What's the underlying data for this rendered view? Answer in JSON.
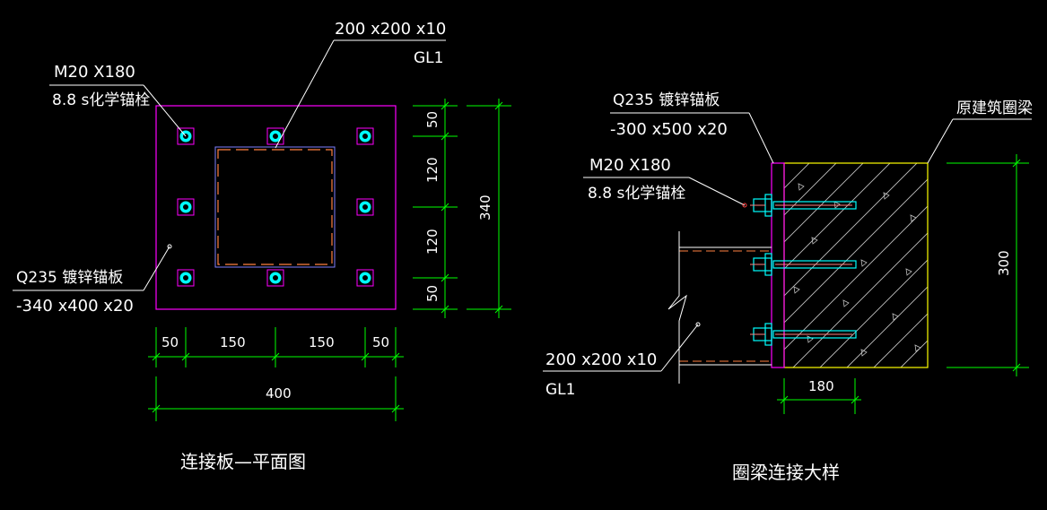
{
  "left_view": {
    "title": "连接板—平面图",
    "bolt_label_1": "M20 X180",
    "bolt_label_2": "8.8 s化学锚栓",
    "column_label_1": "200 x200 x10",
    "column_label_2": "GL1",
    "plate_label_1": "Q235 镀锌锚板",
    "plate_label_2": "-340 x400 x20",
    "horiz_dims": [
      "50",
      "150",
      "150",
      "50"
    ],
    "horiz_total": "400",
    "vert_dims": [
      "50",
      "120",
      "120",
      "50"
    ],
    "vert_total": "340"
  },
  "right_view": {
    "title": "圈梁连接大样",
    "plate_label_1": "Q235 镀锌锚板",
    "plate_label_2": "-300 x500 x20",
    "beam_label": "原建筑圈梁",
    "bolt_label_1": "M20 X180",
    "bolt_label_2": "8.8 s化学锚栓",
    "column_label_1": "200 x200 x10",
    "column_label_2": "GL1",
    "depth_dim": "180",
    "height_dim": "300"
  },
  "colors": {
    "background": "#000000",
    "plate": "#ff00ff",
    "dimension": "#00ff00",
    "concrete": "#ffff00",
    "bolt": "#00ffff",
    "steel": "#ff8040",
    "hatch": "#c0c0c0"
  }
}
